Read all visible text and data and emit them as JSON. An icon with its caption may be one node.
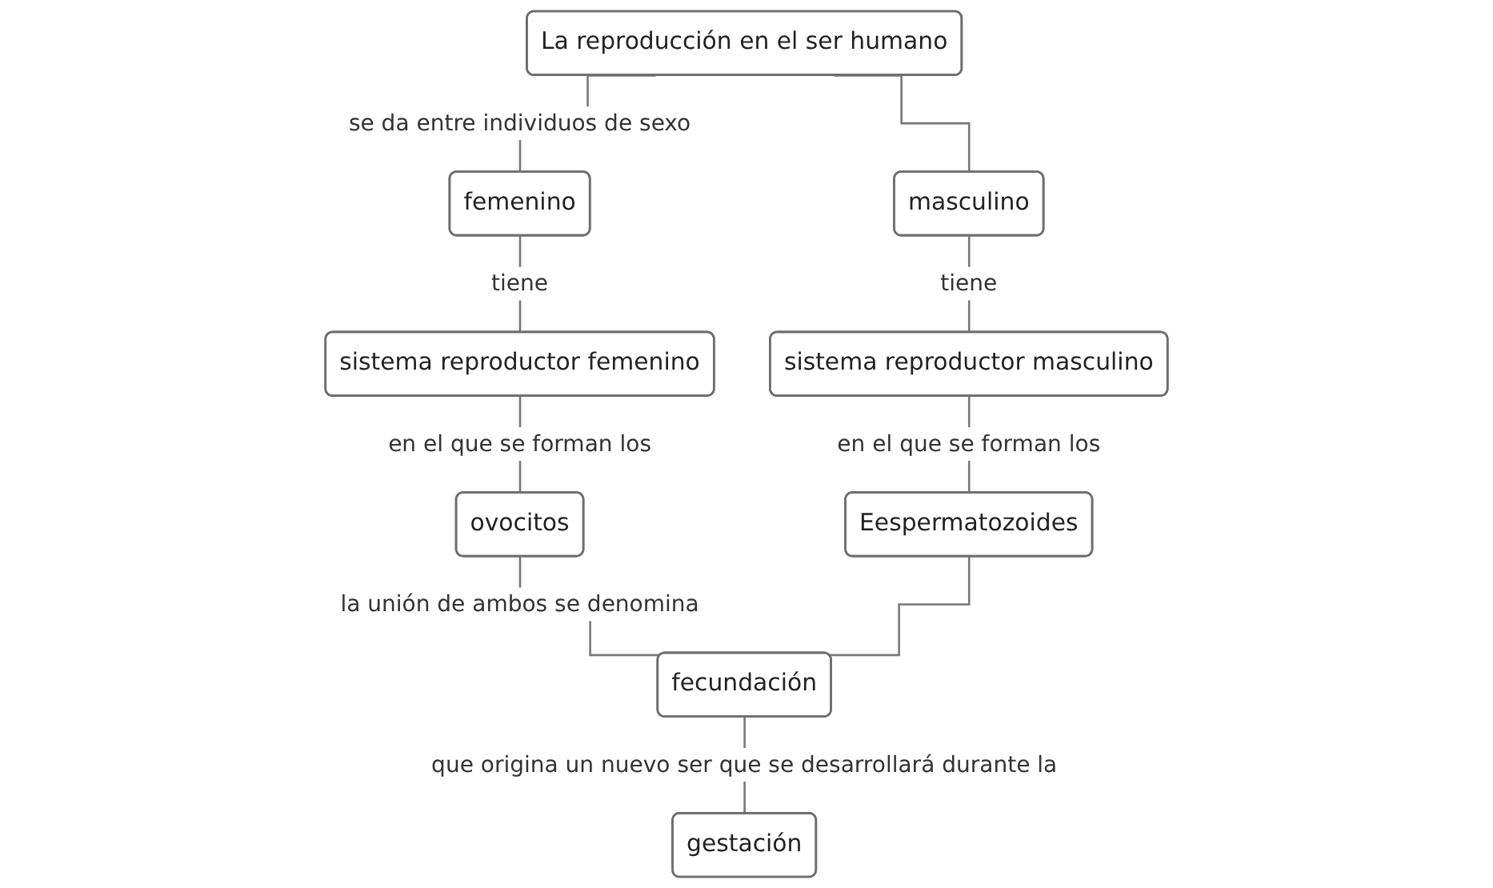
{
  "diagram": {
    "nodes": [
      {
        "text": [
          "La reproducción en el ser humano"
        ]
      },
      {
        "text": [
          "femenino"
        ]
      },
      {
        "text": [
          "masculino"
        ]
      },
      {
        "text": [
          "sistema reproductor femenino"
        ]
      },
      {
        "text": [
          "sistema reproductor masculino"
        ]
      },
      {
        "text": [
          "ovocitos"
        ]
      },
      {
        "text": [
          "Eespermatozoides"
        ]
      },
      {
        "text": [
          "fecundación"
        ]
      },
      {
        "text": [
          "gestación"
        ]
      }
    ],
    "edges": [
      {
        "from": 0,
        "to": 1,
        "arrow": "none",
        "label": "se da entre individuos de sexo"
      },
      {
        "from": 0,
        "to": 2,
        "arrow": "none"
      },
      {
        "from": 1,
        "to": 3,
        "arrow": "none",
        "label": "tiene"
      },
      {
        "from": 2,
        "to": 4,
        "arrow": "none",
        "label": "tiene"
      },
      {
        "from": 3,
        "to": 5,
        "arrow": "none",
        "label": "en el que se forman los"
      },
      {
        "from": 4,
        "to": 6,
        "arrow": "none",
        "label": "en el que se forman los"
      },
      {
        "from": 5,
        "to": 7,
        "arrow": "none",
        "label": "la unión de ambos se denomina"
      },
      {
        "from": 6,
        "to": 7,
        "arrow": "none"
      },
      {
        "from": 7,
        "to": 8,
        "arrow": "none",
        "label": "que origina un nuevo ser que se desarrollará durante la"
      }
    ]
  }
}
